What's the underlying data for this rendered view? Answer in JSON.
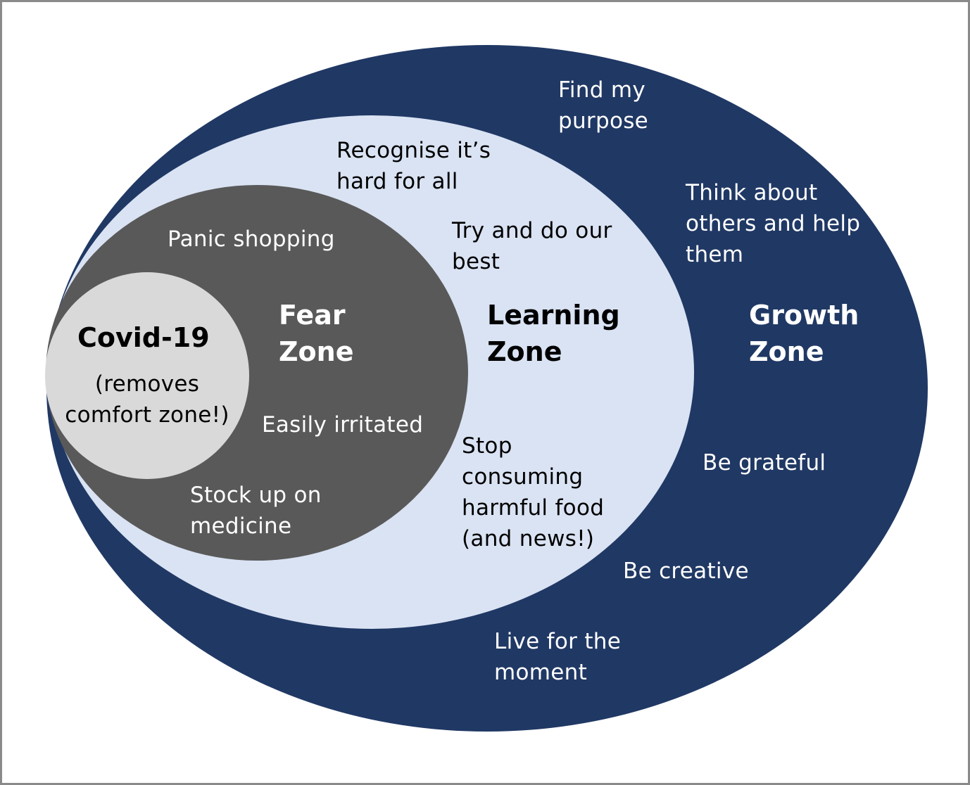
{
  "colors": {
    "growth_zone_fill": "#203864",
    "learning_zone_fill": "#dae3f3",
    "fear_zone_fill": "#595959",
    "comfort_circle_fill": "#d9d9d9",
    "frame_border": "#8a8a8a"
  },
  "zones": {
    "covid": {
      "title": "Covid-19",
      "subtitle": "(removes\ncomfort zone!)"
    },
    "fear": {
      "title": "Fear\nZone",
      "items": [
        "Panic shopping",
        "Easily irritated",
        "Stock up on\nmedicine"
      ]
    },
    "learning": {
      "title": "Learning\nZone",
      "items": [
        "Recognise it’s\nhard for all",
        "Try and do our\nbest",
        "Stop\nconsuming\nharmful food\n(and news!)"
      ]
    },
    "growth": {
      "title": "Growth\nZone",
      "items": [
        "Find my\npurpose",
        "Think about\nothers and help\nthem",
        "Be grateful",
        "Be creative",
        "Live for the\nmoment"
      ]
    }
  }
}
